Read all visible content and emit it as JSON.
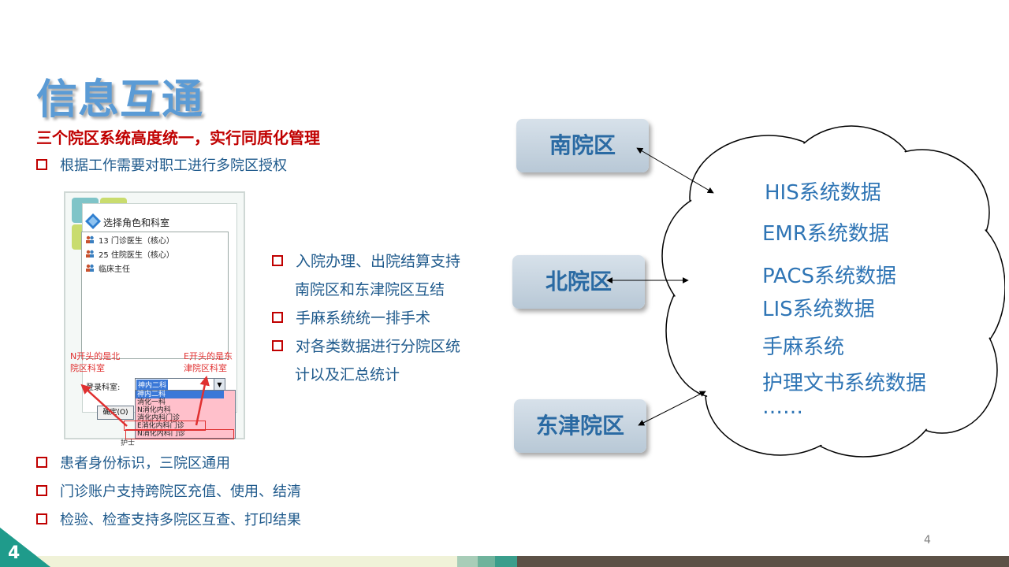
{
  "slide": {
    "title": "信息互通",
    "subtitle": "三个院区系统高度统一，实行同质化管理",
    "bullet_top": "根据工作需要对职工进行多院区授权",
    "bullets_middle": [
      [
        "入院办理、出院结算支持",
        "南院区和东津院区互结"
      ],
      [
        "手麻系统统一排手术"
      ],
      [
        "对各类数据进行分院区统",
        "计以及汇总统计"
      ]
    ],
    "bullets_bottom": [
      "患者身份标识，三院区通用",
      "门诊账户支持跨院区充值、使用、结清",
      "检验、检查支持多院区互查、打印结果"
    ],
    "page_number": "4",
    "corner_number": "4"
  },
  "screenshot": {
    "dialog_title": "选择角色和科室",
    "roles": [
      "13 门诊医生（核心）",
      "25 住院医生（核心）",
      "临床主任"
    ],
    "note_n": [
      "N开头的是北",
      "院区科室"
    ],
    "note_e": [
      "E开头的是东",
      "津院区科室"
    ],
    "login_label": "登录科室:",
    "selected_dept": "神内二科",
    "options": [
      "神内二科",
      "消化一科",
      "N消化内科",
      "消化内科门诊",
      "E消化内科门诊",
      "N消化内科门诊"
    ],
    "ok_label": "确定(O)",
    "nurse_label": "护士"
  },
  "campuses": {
    "south": "南院区",
    "north": "北院区",
    "dongjin": "东津院区"
  },
  "cloud_items": [
    "HIS系统数据",
    "EMR系统数据",
    "PACS系统数据",
    "LIS系统数据",
    "手麻系统",
    "护理文书系统数据",
    "……"
  ],
  "colors": {
    "title": "#5b9bd5",
    "subtitle": "#c00000",
    "bullet_text": "#1f5a8c",
    "bullet_marker": "#c00000",
    "campus_text": "#2a6aa3",
    "cloud_text": "#2f75b5"
  }
}
